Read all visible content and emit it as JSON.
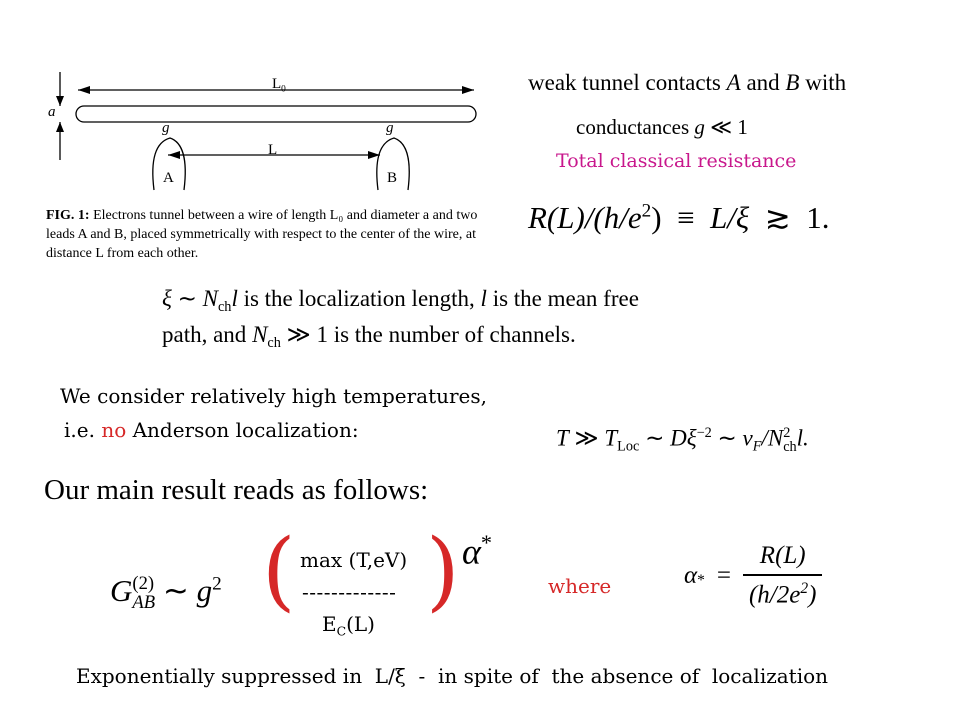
{
  "figure": {
    "labels": {
      "length_total": "L",
      "length_total_sub": "0",
      "diameter": "a",
      "length": "L",
      "g_left": "g",
      "g_right": "g",
      "lead_a": "A",
      "lead_b": "B"
    },
    "caption": {
      "prefix": "FIG. 1:",
      "text": "Electrons tunnel between a wire of length L₀ and diameter a and two leads A and B, placed symmetrically with respect to the center of the wire, at distance L from each other."
    }
  },
  "contacts": {
    "line1_start": "weak tunnel contacts ",
    "line1_a": "A",
    "line1_and": " and ",
    "line1_b": "B",
    "line1_end": " with",
    "line2_start": "conductances ",
    "line2_g": "g",
    "line2_rel": " ≪ 1"
  },
  "resistance": {
    "heading": "Total classical resistance",
    "lhs": "R(L)/(h/e",
    "lhs_exp": "2",
    "lhs_close": ")",
    "equiv": "≡",
    "rhs_l": "L/ξ",
    "rel": "≳",
    "rhs_end": "1."
  },
  "localization": {
    "xi": "ξ",
    "sim": "∼",
    "n": "N",
    "n_sub": "ch",
    "l": "l",
    "line1_rest": " is the localization length, ",
    "line1_l": "l",
    "line1_end": " is the mean free",
    "line2_start": "path, and ",
    "line2_n": "N",
    "line2_sub": "ch",
    "line2_rel": " ≫ 1",
    "line2_end": " is the number of channels."
  },
  "temperature": {
    "line1": "We consider relatively high temperatures,",
    "line2_start": "i.e. ",
    "line2_no": "no",
    "line2_end": " Anderson localization:",
    "formula_t": "T",
    "formula_gg": "≫",
    "formula_tloc": "T",
    "formula_tloc_sub": "Loc",
    "formula_sim1": "∼",
    "formula_d": "Dξ",
    "formula_d_exp": "−2",
    "formula_sim2": "∼",
    "formula_v": "v",
    "formula_v_sub": "F",
    "formula_slash": "/N",
    "formula_n_sup": "2",
    "formula_n_sub": "ch",
    "formula_l": "l."
  },
  "result": {
    "intro": "Our main result reads as follows:",
    "g": "G",
    "g_sup": "(2)",
    "g_sub": "AB",
    "sim": "∼",
    "g2": "g",
    "g2_exp": "2",
    "paren_open": "(",
    "paren_close": ")",
    "numerator": "max (T,eV)",
    "divider": "-------------",
    "denominator_e": "E",
    "denominator_sub": "C",
    "denominator_arg": "(L)",
    "alpha": "α",
    "alpha_sup": "*",
    "where": "where",
    "alpha_def": "α",
    "alpha_def_sup": "*",
    "equals": "=",
    "frac_num": "R(L)",
    "frac_den_start": "(h/2e",
    "frac_den_exp": "2",
    "frac_den_end": ")"
  },
  "conclusion": "Exponentially suppressed in  L/ξ  -  in spite of  the absence of  localization"
}
